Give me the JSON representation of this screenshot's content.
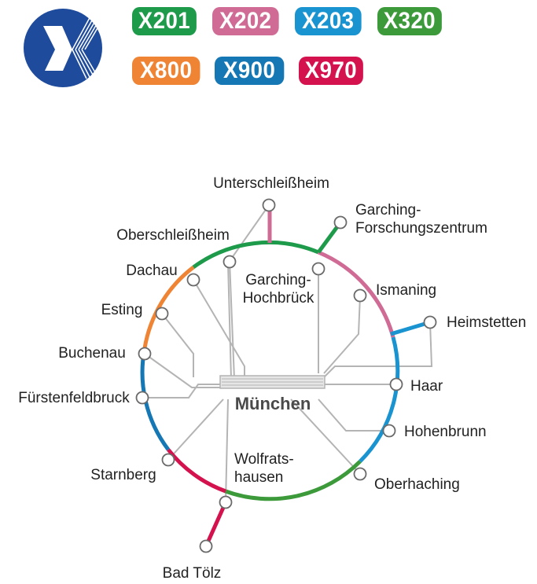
{
  "routes": [
    {
      "id": "X201",
      "color": "#1e9a4b"
    },
    {
      "id": "X202",
      "color": "#cf6b95"
    },
    {
      "id": "X203",
      "color": "#1a94d0"
    },
    {
      "id": "X320",
      "color": "#3c9a3a"
    },
    {
      "id": "X800",
      "color": "#ef8434"
    },
    {
      "id": "X900",
      "color": "#1577b4"
    },
    {
      "id": "X970",
      "color": "#d4124e"
    }
  ],
  "logo": {
    "icon": "expressbus-x-logo-icon",
    "color": "#1f4b9d"
  },
  "hub": {
    "label": "München"
  },
  "stations": {
    "unterschleissheim": "Unterschleißheim",
    "garching_forschung": "Garching-\nForschungszentrum",
    "oberschleissheim": "Oberschleißheim",
    "dachau": "Dachau",
    "garching_hochbrueck": "Garching-\nHochbrück",
    "ismaning": "Ismaning",
    "esting": "Esting",
    "heimstetten": "Heimstetten",
    "buchenau": "Buchenau",
    "haar": "Haar",
    "fuerstenfeldbruck": "Fürstenfeldbruck",
    "hohenbrunn": "Hohenbrunn",
    "starnberg": "Starnberg",
    "wolfratshausen": "Wolfrats-\nhausen",
    "oberhaching": "Oberhaching",
    "bad_toelz": "Bad Tölz"
  }
}
